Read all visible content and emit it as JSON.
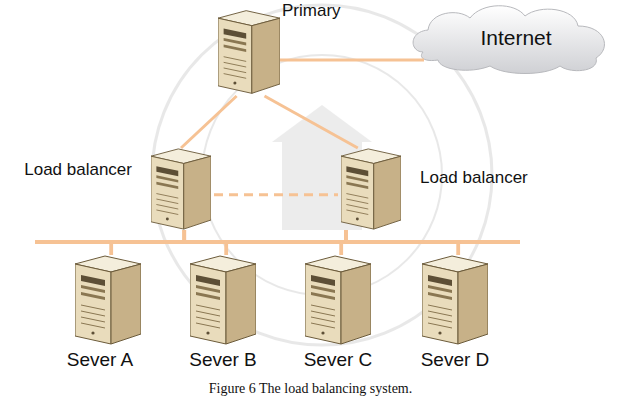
{
  "diagram": {
    "caption": "Figure 6 The load balancing system.",
    "nodes": [
      {
        "text": [
          "Primary"
        ]
      },
      {
        "text": [
          "Internet"
        ]
      },
      {
        "text": [
          "Load balancer"
        ]
      },
      {
        "text": [
          "Load balancer"
        ]
      },
      {
        "text": [
          "Sever A"
        ]
      },
      {
        "text": [
          "Sever B"
        ]
      },
      {
        "text": [
          "Sever C"
        ]
      },
      {
        "text": [
          "Sever D"
        ]
      }
    ],
    "edges": [
      {
        "from": 0,
        "to": 1,
        "arrow": "none"
      },
      {
        "from": 0,
        "to": 2,
        "arrow": "none"
      },
      {
        "from": 0,
        "to": 3,
        "arrow": "none"
      },
      {
        "from": 2,
        "to": 3,
        "arrow": "none"
      },
      {
        "from": 2,
        "to": 4,
        "arrow": "none"
      },
      {
        "from": 2,
        "to": 5,
        "arrow": "none"
      },
      {
        "from": 2,
        "to": 6,
        "arrow": "none"
      },
      {
        "from": 2,
        "to": 7,
        "arrow": "none"
      },
      {
        "from": 3,
        "to": 4,
        "arrow": "none"
      },
      {
        "from": 3,
        "to": 5,
        "arrow": "none"
      },
      {
        "from": 3,
        "to": 6,
        "arrow": "none"
      },
      {
        "from": 3,
        "to": 7,
        "arrow": "none"
      }
    ]
  }
}
